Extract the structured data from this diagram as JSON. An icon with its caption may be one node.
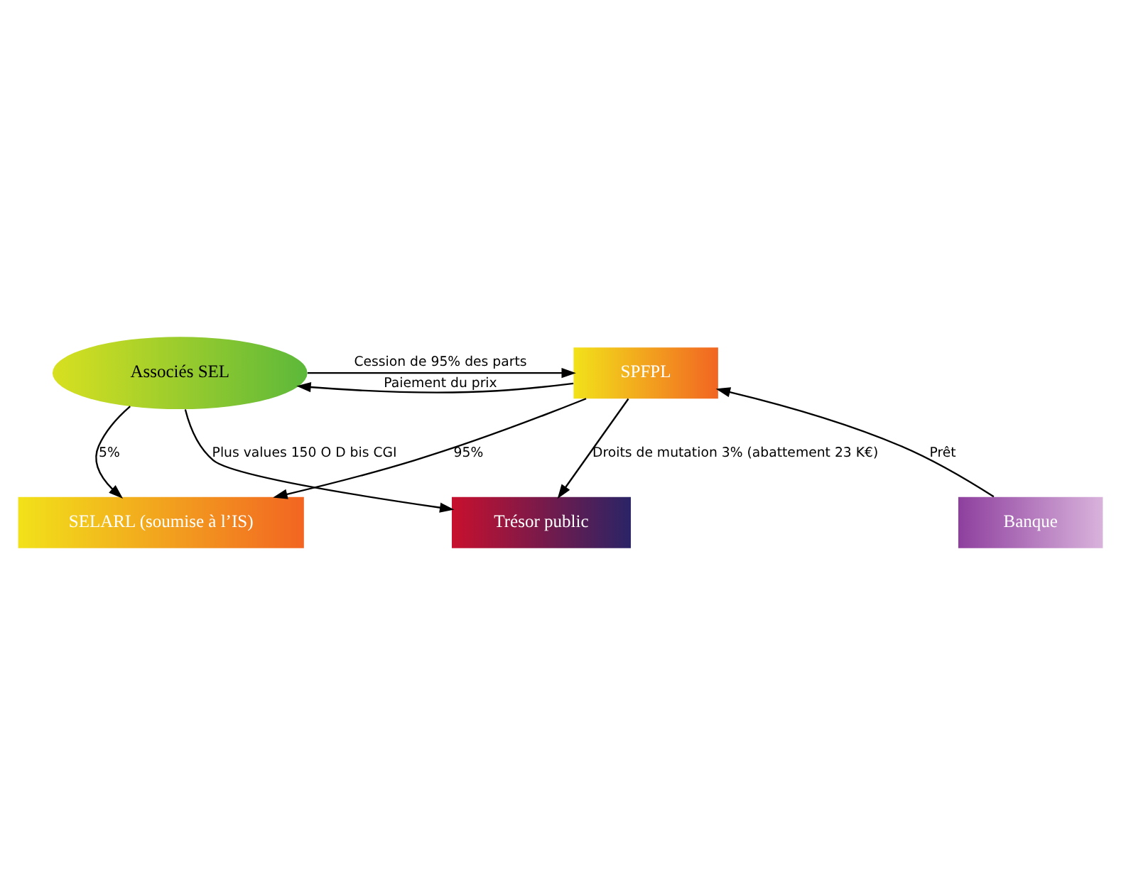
{
  "diagram": {
    "nodes": [
      {
        "text": [
          "Associés SEL"
        ]
      },
      {
        "text": [
          "SPFPL"
        ]
      },
      {
        "text": [
          "SELARL (soumise à l’IS)"
        ]
      },
      {
        "text": [
          "Banque"
        ]
      },
      {
        "text": [
          "Trésor public"
        ]
      }
    ],
    "edges": [
      {
        "from": 0,
        "to": 1,
        "arrow": "to",
        "label": "Cession de 95% des parts"
      },
      {
        "from": 1,
        "to": 0,
        "arrow": "to",
        "label": "Paiement du prix"
      },
      {
        "from": 0,
        "to": 2,
        "arrow": "to",
        "label": "5%"
      },
      {
        "from": 1,
        "to": 2,
        "arrow": "to",
        "label": "95%"
      },
      {
        "from": 3,
        "to": 1,
        "arrow": "to",
        "label": "Prêt"
      },
      {
        "from": 0,
        "to": 4,
        "arrow": "to",
        "label": "Plus values 150 O D bis CGI"
      },
      {
        "from": 1,
        "to": 4,
        "arrow": "to",
        "label": "Droits de mutation 3% (abattement 23 K€)"
      }
    ]
  }
}
